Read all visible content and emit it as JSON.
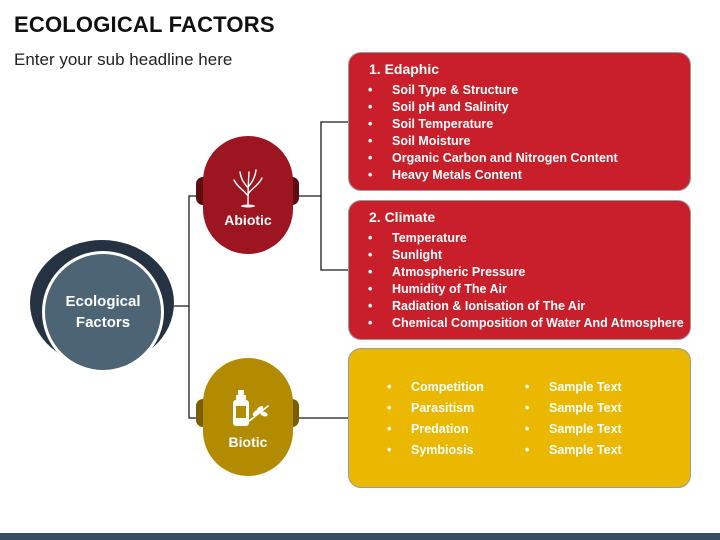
{
  "header": {
    "title": "ECOLOGICAL FACTORS",
    "subtitle": "Enter your sub headline here"
  },
  "center": {
    "line1": "Ecological",
    "line2": "Factors"
  },
  "abiotic": {
    "label": "Abiotic",
    "icon": "plant-sprout-icon",
    "color": "#9c1520"
  },
  "biotic": {
    "label": "Biotic",
    "icon": "bottle-leaf-icon",
    "color": "#b38b00"
  },
  "edaphic": {
    "heading": "1. Edaphic",
    "color": "#c81f2b",
    "items": [
      "Soil Type & Structure",
      "Soil pH and Salinity",
      "Soil Temperature",
      "Soil Moisture",
      "Organic Carbon and Nitrogen Content",
      "Heavy Metals Content"
    ]
  },
  "climate": {
    "heading": "2. Climate",
    "color": "#c81f2b",
    "items": [
      "Temperature",
      "Sunlight",
      "Atmospheric Pressure",
      "Humidity of The Air",
      "Radiation & Ionisation of The Air",
      "Chemical Composition of Water And Atmosphere"
    ]
  },
  "biotic_box": {
    "color": "#ebb800",
    "left_items": [
      "Competition",
      "Parasitism",
      "Predation",
      "Symbiosis"
    ],
    "right_items": [
      "Sample Text",
      "Sample Text",
      "Sample Text",
      "Sample Text"
    ]
  }
}
